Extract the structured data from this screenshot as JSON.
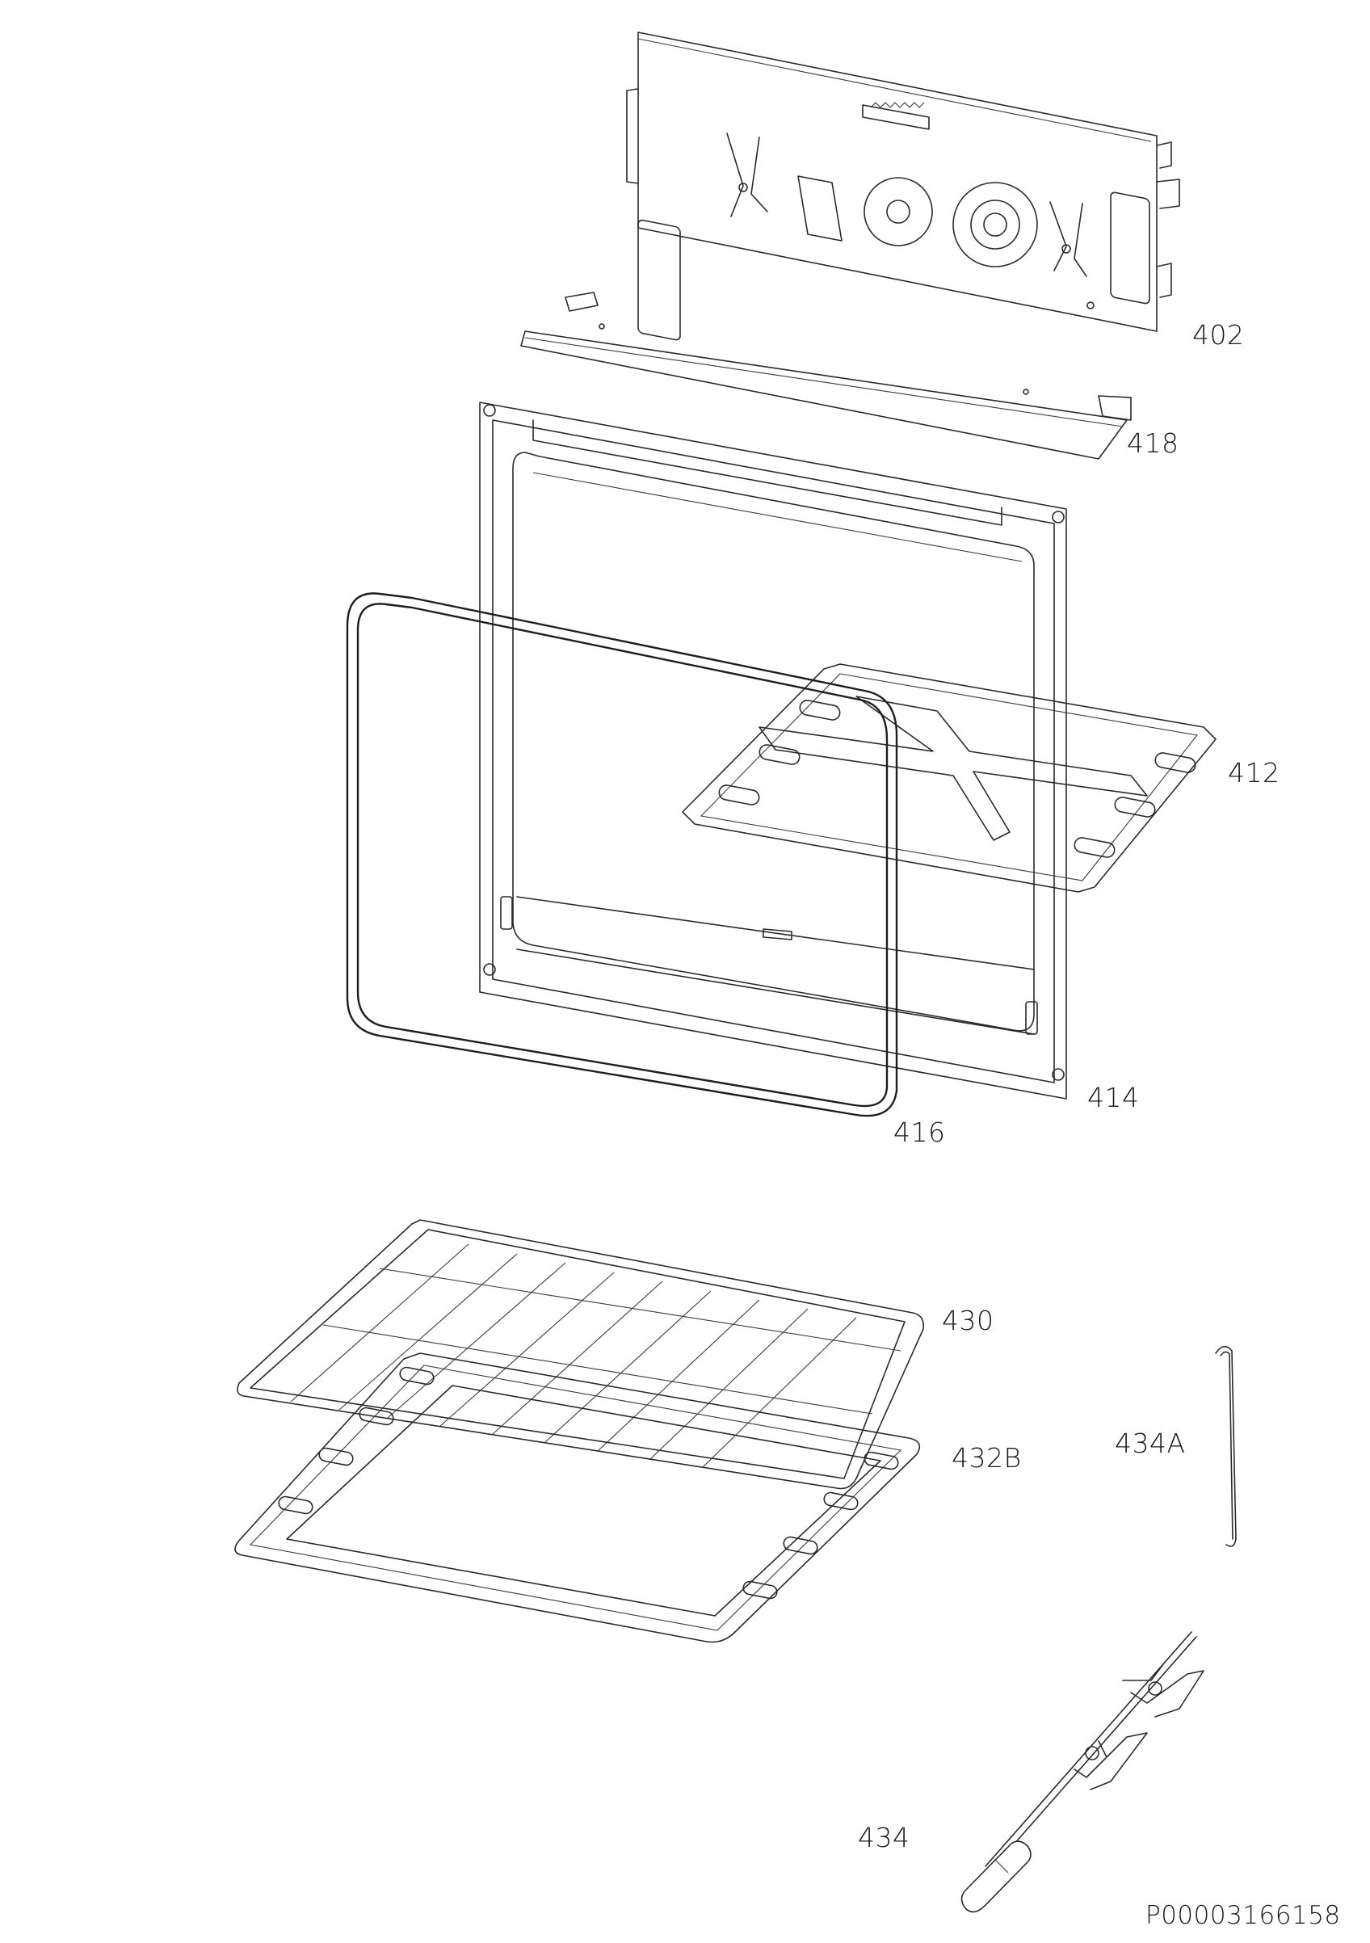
{
  "document_id": "P00003166158",
  "parts": [
    {
      "number": "402",
      "name": "back-panel-part"
    },
    {
      "number": "418",
      "name": "top-deflector-part"
    },
    {
      "number": "412",
      "name": "heat-shield-part"
    },
    {
      "number": "414",
      "name": "cavity-front-frame-part"
    },
    {
      "number": "416",
      "name": "door-gasket-part"
    },
    {
      "number": "430",
      "name": "wire-rack-part"
    },
    {
      "number": "432B",
      "name": "baking-tray-part"
    },
    {
      "number": "434A",
      "name": "rotisserie-hook-part"
    },
    {
      "number": "434",
      "name": "rotisserie-spit-part"
    }
  ]
}
